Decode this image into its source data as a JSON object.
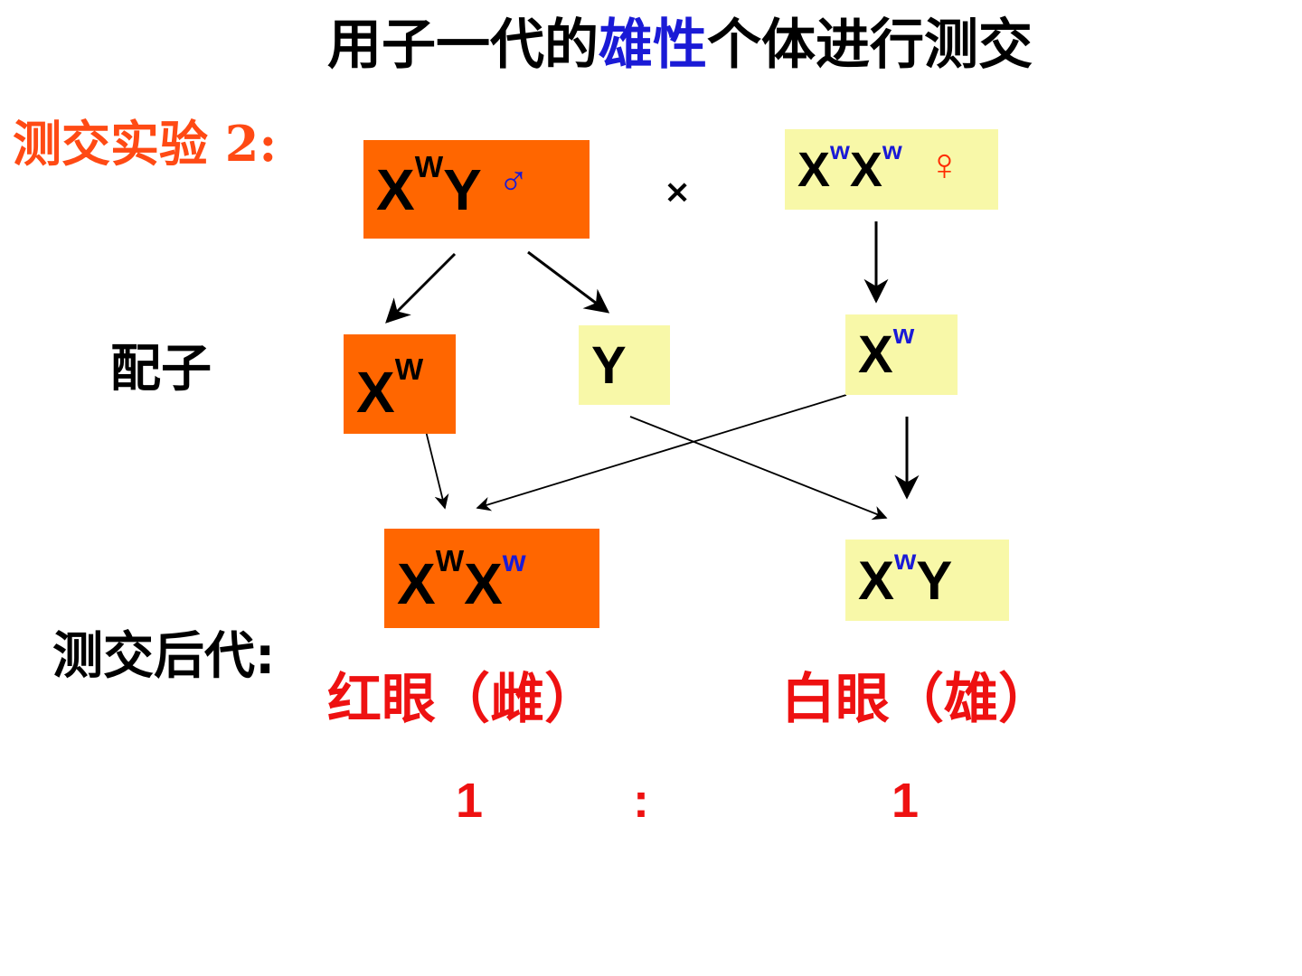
{
  "title": {
    "before": "用子一代的",
    "highlight": "雄性",
    "after": "个体进行测交"
  },
  "experiment_label": "测交实验 2:",
  "gamete_label": "配子",
  "offspring_label": "测交后代:",
  "cross_symbol": "×",
  "parents": {
    "male": {
      "base1": "X",
      "sup1": "W",
      "base2": "Y",
      "symbol": "♂"
    },
    "female": {
      "base1": "X",
      "sup1": "w",
      "base2": "X",
      "sup2": "w",
      "symbol": "♀"
    }
  },
  "gametes": {
    "male_x": {
      "base": "X",
      "sup": "W"
    },
    "male_y": {
      "base": "Y"
    },
    "female_x": {
      "base": "X",
      "sup": "w"
    }
  },
  "offspring": {
    "female": {
      "base1": "X",
      "sup1": "W",
      "base2": "X",
      "sup2": "w"
    },
    "male": {
      "base1": "X",
      "sup1": "w",
      "base2": "Y"
    }
  },
  "phenotypes": {
    "red_female": "红眼（雌）",
    "white_male": "白眼（雄）"
  },
  "ratio": {
    "left": "1",
    "sep": ":",
    "right": "1"
  },
  "colors": {
    "orange": "#ff6600",
    "yellow": "#f8f8a8",
    "blue": "#1a1ad6",
    "red": "#ee1111"
  }
}
